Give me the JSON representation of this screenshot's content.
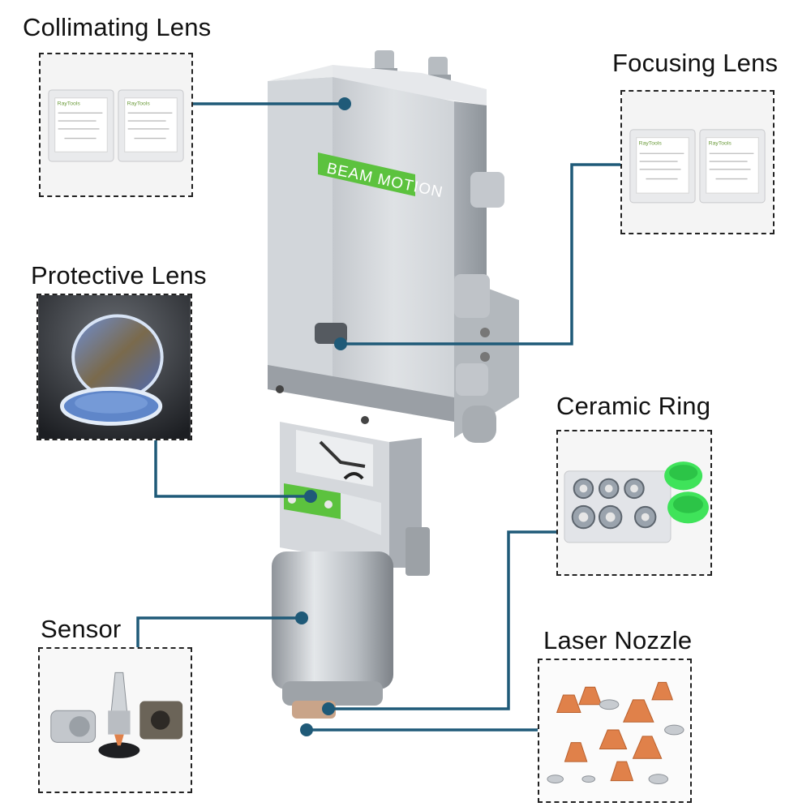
{
  "parts": [
    {
      "id": "collimating",
      "label": "Collimating Lens"
    },
    {
      "id": "focusing",
      "label": "Focusing Lens"
    },
    {
      "id": "protective",
      "label": "Protective Lens"
    },
    {
      "id": "ceramic",
      "label": "Ceramic Ring"
    },
    {
      "id": "sensor",
      "label": "Sensor"
    },
    {
      "id": "nozzle",
      "label": "Laser Nozzle"
    }
  ],
  "head": {
    "band_text": "BEAM  MOTION"
  },
  "lens_box": {
    "brand": "RayTools"
  },
  "colors": {
    "leader": "#1f5a78",
    "band": "#5cc23e",
    "metal": "#c9cdd2",
    "copper": "#e0814a"
  }
}
